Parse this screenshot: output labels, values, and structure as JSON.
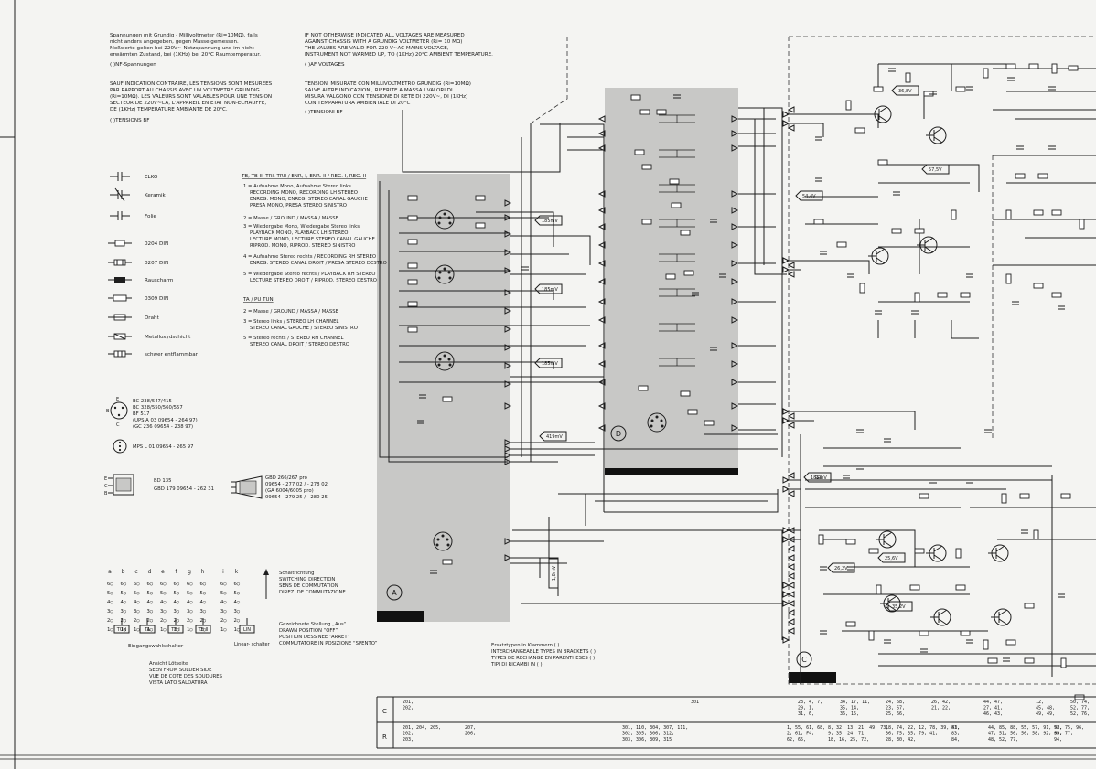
{
  "notes": {
    "de": [
      "Spannungen mit Grundig - Millivoltmeter (Ri=10MΩ), falls",
      "nicht anders angegeben, gegen Masse gemessen.",
      "Meßwerte gelten bei 220V~-Netzspannung und im nicht -",
      "erwärmten Zustand, bei (1KHz) bei 20°C Raumtemperatur.",
      "( )NF-Spannungen"
    ],
    "en": [
      "IF NOT OTHERWISE INDICATED ALL VOLTAGES ARE MEASURED",
      "AGAINST CHASSIS WITH A GRUNDIG VOLTMETER (Ri= 10 MΩ)",
      "THE VALUES ARE VALID FOR 220 V~AC MAINS VOLTAGE,",
      "INSTRUMENT NOT WARMED UP, TO (1KHz) 20°C AMBIENT TEMPERATURE.",
      "( )AF VOLTAGES"
    ],
    "fr": [
      "SAUF INDICATION CONTRAIRE, LES TENSIONS SONT MESUREES",
      "PAR RAPPORT AU CHASSIS AVEC UN VOLTMETRE GRUNDIG",
      "(Ri=10MΩ). LES VALEURS SONT VALABLES POUR UNE TENSION",
      "SECTEUR DE 220V~CA, L'APPAREIL EN ETAT NON-ECHAUFFE,",
      "DE (1KHz) TEMPERATURE AMBIANTE DE 20°C.",
      "( )TENSIONS BF"
    ],
    "it": [
      "TENSIONI MISURATE CON MILLIVOLTMETRO GRUNDIG (Ri=10MΩ)",
      "SALVE ALTRE INDICAZIONI, RIFERITE A MASSA I VALORI DI",
      "MISURA VALGONO CON TENSIONE DI RETE DI 220V~, DI (1KHz)",
      "CON TEMPARATURA AMBIENTALE DI 20°C",
      "( )TENSIONI BF"
    ]
  },
  "legend": {
    "items": [
      "ELKO",
      "Keramik",
      "Folie",
      "0204 DIN",
      "0207 DIN",
      "Rauscharm",
      "0309 DIN",
      "Draht",
      "Metalloxydschicht",
      "schwer entflammbar"
    ]
  },
  "connectors": {
    "header": "TB, TB II, TRI, TRII / ENR, I, ENR. II / REG. I, REG. II",
    "lines": [
      "1 = Aufnahme Mono, Aufnahme Stereo links",
      "RECORDING MONO, RECORDING LH STEREO",
      "ENREG. MONO, ENREG. STEREO CANAL GAUCHE",
      "PRESA MONO, PRESA STEREO SINISTRO",
      "2 = Masse / GROUND / MASSA / MASSE",
      "3 = Wiedergabe Mono, Wiedergabe Stereo links",
      "PLAYBACK MONO, PLAYBACK LH STEREO",
      "LECTURE MONO, LECTURE STEREO CANAL GAUCHE",
      "RIPROD. MONO, RIPROD. STEREO SINISTRO",
      "4 = Aufnahme Stereo rechts / RECORDING RH STEREO",
      "ENREG. STEREO CANAL DROIT / PRESA STEREO DESTRO",
      "5 = Wiedergabe Stereo rechts / PLAYBACK RH STEREO",
      "LECTURE STEREO DROIT / RIPROD. STEREO DESTRO"
    ],
    "tun_header": "TA / PU TUN",
    "tun_lines": [
      "2 = Masse / GROUND / MASSA / MASSE",
      "3 = Stereo links / STEREO LH CHANNEL",
      "STEREO CANAL GAUCHE / STEREO SINISTRO",
      "5 = Stereo rechts / STEREO RH CHANNEL",
      "STEREO CANAL DROIT / STEREO DESTRO"
    ]
  },
  "transistors": {
    "small": [
      "BC 238/547/415",
      "BC 328/550/560/557",
      "BF 517",
      "(UPS A 03   09654 - 264 97)",
      "(GC 236     09654 - 238 97)"
    ],
    "mps": "MPS L 01   09654 - 265 97",
    "power": [
      "BD 135",
      "GBD 179  09654 - 262 31"
    ],
    "ic": [
      "GBD 266/267 pro",
      "09654 - 277 02 / - 278 02",
      "(GA 6004/6005 pro)",
      "09654 - 279 25 / - 280 25"
    ],
    "pins_small": [
      "E",
      "B",
      "C"
    ],
    "pins_power": [
      "E",
      "C",
      "B"
    ]
  },
  "switch": {
    "columns": [
      "a",
      "b",
      "c",
      "d",
      "e",
      "f",
      "g",
      "h",
      "i",
      "k"
    ],
    "buttons": [
      "TUN",
      "TA",
      "TB I",
      "TB II",
      "LIN"
    ],
    "title": "Eingangswahlschalter",
    "lin_label": "Linear-\nschalter",
    "direction": [
      "Schaltrichtung",
      "SWITCHING DIRECTION",
      "SENS DE COMMUTATION",
      "DIREZ. DE COMMUTAZIONE"
    ],
    "position": [
      "Gezeichnete Stellung „Aus“",
      "DRAWN POSITION “OFF”",
      "POSITION DESSINEE “ARRET”",
      "COMMUTATORE IN POSIZIONE “SPENTO”"
    ],
    "solder": [
      "Ansicht Lötseite",
      "SEEN FROM SOLDER SIDE",
      "VUE DE COTE DES SOUDURES",
      "VISTA LATO SALDATURA"
    ]
  },
  "replacement": [
    "Ersatztypen in Klammern ( )",
    "INTERCHANGEABLE TYPES IN BRACKETS ( )",
    "TYPES DE RECHANGE EN PARENTHESES ( )",
    "TIPI DI RICAMBI IN ( )"
  ],
  "markers": {
    "A": "A",
    "C": "C",
    "D": "D"
  },
  "voltages": [
    "185mV",
    "185mV",
    "185mV",
    "419mV",
    "1,8mV",
    "185mV",
    "54,4V",
    "57,5V",
    "26,2V",
    "36,8V",
    "25,6V",
    "35,2V"
  ],
  "table": {
    "row_labels": [
      "C",
      "R"
    ],
    "c_cells": [
      "201,\n202,",
      "301",
      "28, 4, 7,\n29, 1,\n31, 6,",
      "34, 17, 11,\n35, 14,\n36, 15,",
      "24, 68,\n23, 67,\n25, 66,",
      "26, 42,\n21, 22,",
      "44, 47,\n27, 41,\n46, 43,",
      "12,\n45, 48,\n49, 49,",
      "50, 74,\n52, 77,\n52, 76,"
    ],
    "r_cells": [
      "201, 204, 205,\n202,\n203,",
      "207,\n206,",
      "301, 110, 304, 307, 111,\n302, 305, 306, 312,\n303, 306, 309, 315",
      "1, 55, 61, 68,\n2, 61, F4,\n62, 65,",
      "8, 32, 13, 21, 49, 73,\n9, 35, 24, 71,\n18, 16, 25, 72,",
      "18, 74, 22, 12, 78, 39, 43,\n36, 75, 35, 79, 41,\n28, 30, 42,",
      "81,\n83,\n84,",
      "44, 85, 88, 55, 57, 91, 58,\n47, 51, 56, 56, 58, 92, 60,\n48, 52, 77,",
      "92, 75, 96,\n93, 77,\n94,"
    ]
  }
}
